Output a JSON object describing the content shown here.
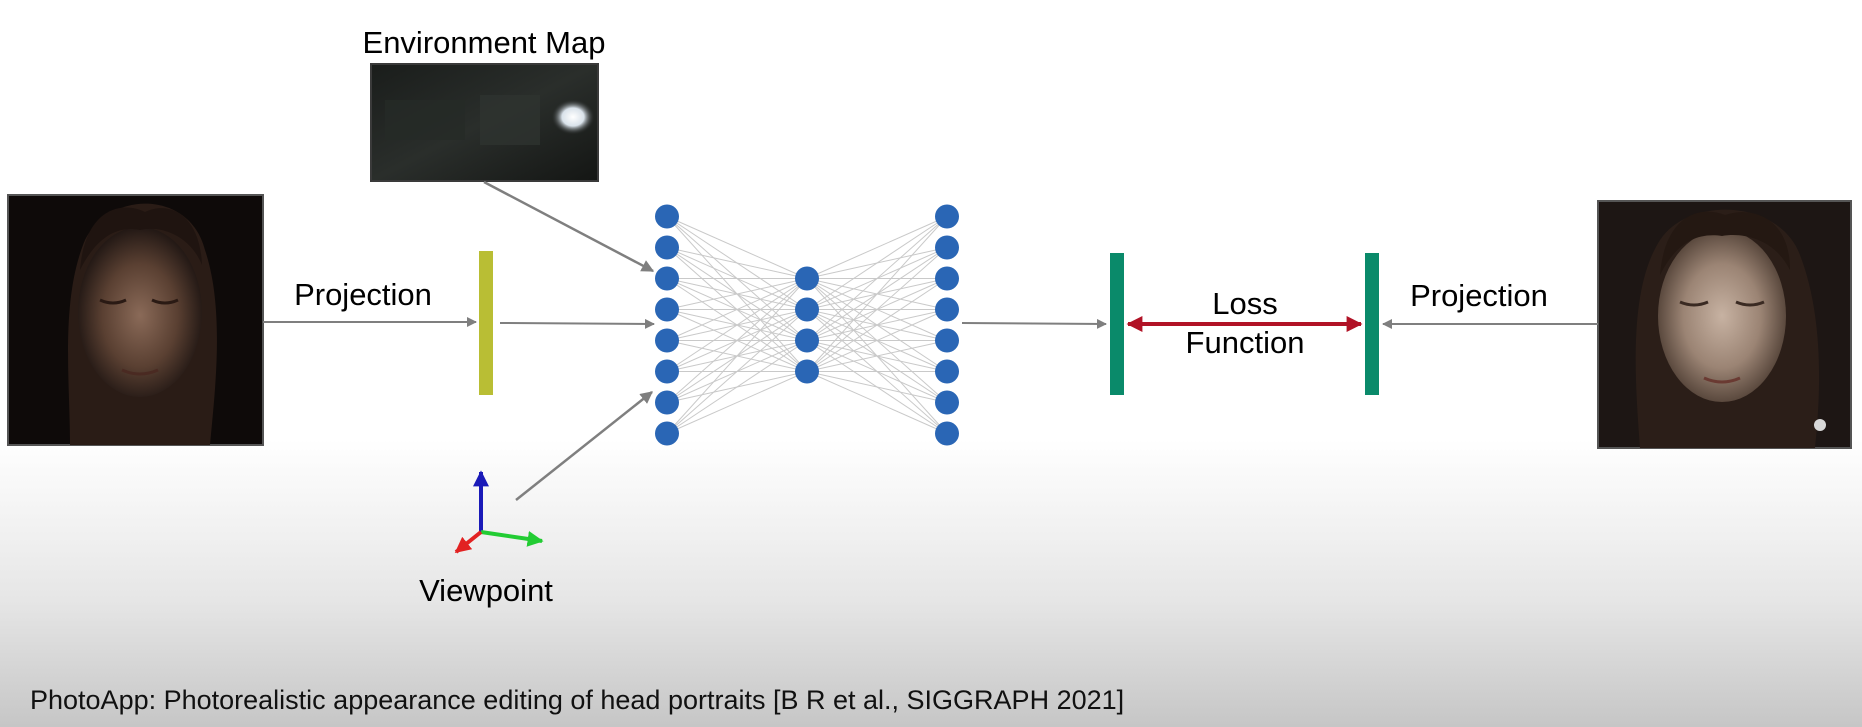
{
  "diagram": {
    "env_map_label": "Environment Map",
    "projection_left_label": "Projection",
    "projection_right_label": "Projection",
    "loss_label_line1": "Loss",
    "loss_label_line2": "Function",
    "viewpoint_label": "Viewpoint"
  },
  "citation": "PhotoApp: Photorealistic appearance editing of head portraits [B R et al., SIGGRAPH 2021]",
  "network": {
    "layers": [
      8,
      4,
      8
    ]
  },
  "colors": {
    "node": "#2a66b5",
    "yellow_bar": "#b9be34",
    "green_bar": "#0a8a6a",
    "loss_arrow": "#b11226",
    "arrow": "#7f7f7f",
    "axis_x": "#e22222",
    "axis_y": "#22cc33",
    "axis_z": "#1a1ab8"
  }
}
